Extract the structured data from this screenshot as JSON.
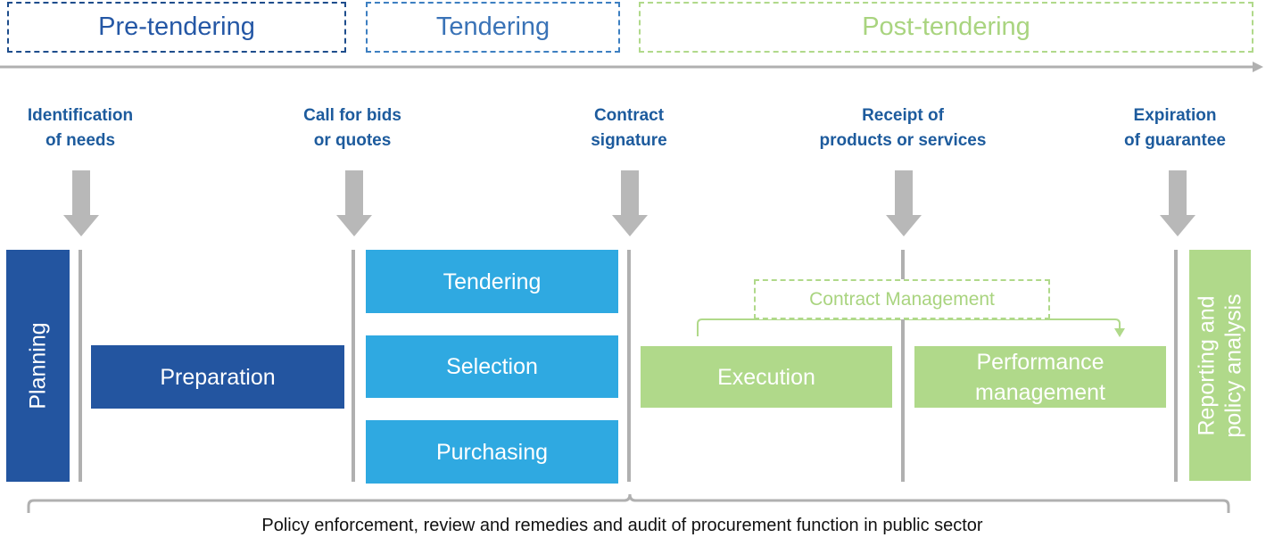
{
  "phases": {
    "pre": "Pre-tendering",
    "tendering": "Tendering",
    "post": "Post-tendering"
  },
  "milestones": [
    {
      "line1": "Identification",
      "line2": "of needs"
    },
    {
      "line1": "Call for bids",
      "line2": "or quotes"
    },
    {
      "line1": "Contract",
      "line2": "signature"
    },
    {
      "line1": "Receipt of",
      "line2": "products or services"
    },
    {
      "line1": "Expiration",
      "line2": "of guarantee"
    }
  ],
  "stages": {
    "planning": "Planning",
    "preparation": "Preparation",
    "tendering": "Tendering",
    "selection": "Selection",
    "purchasing": "Purchasing",
    "execution": "Execution",
    "performance_line1": "Performance",
    "performance_line2": "management",
    "reporting_line1": "Reporting and",
    "reporting_line2": "policy analysis",
    "contract_management": "Contract Management"
  },
  "footer": "Policy enforcement, review and remedies and audit of procurement function in public sector",
  "colors": {
    "dark_blue": "#2355a0",
    "light_blue": "#2fa9e1",
    "green": "#b0d98a",
    "grey": "#b0b0b0",
    "milestone_text": "#1d5b9d"
  }
}
